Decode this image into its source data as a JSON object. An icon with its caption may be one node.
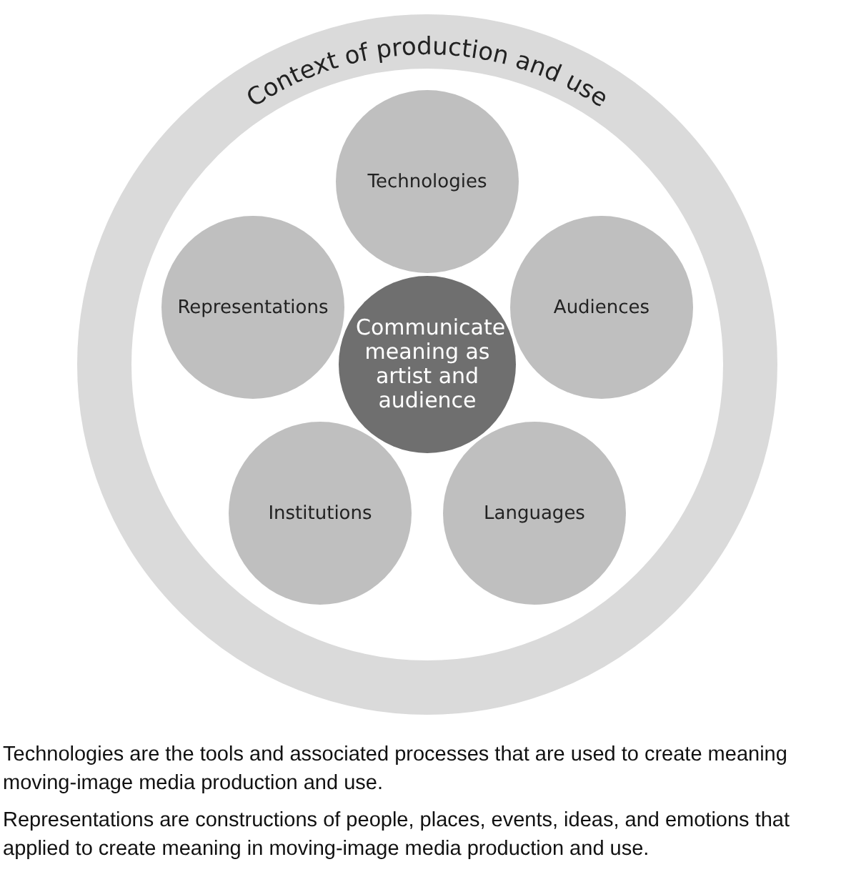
{
  "diagram": {
    "nodes": [
      {
        "text": [
          "Context of production and use"
        ]
      },
      {
        "text": [
          "Technologies"
        ],
        "in": 0
      },
      {
        "text": [
          "Representations"
        ],
        "in": 0
      },
      {
        "text": [
          "Audiences"
        ],
        "in": 0
      },
      {
        "text": [
          "Institutions"
        ],
        "in": 0
      },
      {
        "text": [
          "Languages"
        ],
        "in": 0
      },
      {
        "text": [
          "Communicate meaning as artist and audience"
        ],
        "in": 0
      }
    ],
    "edges": [],
    "labels": [
      "Technologies are the tools and associated processes that are used to create meaning moving-image media production and use.",
      "Representations are constructions of people, places, events, ideas, and emotions that applied to create meaning in moving-image media production and use."
    ]
  }
}
